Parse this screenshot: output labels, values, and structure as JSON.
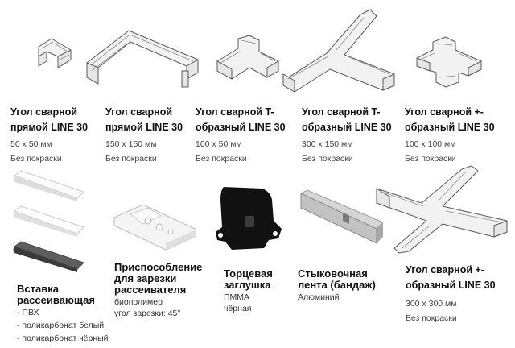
{
  "products": [
    {
      "title1": "Угол сварной",
      "title2": "прямой LINE 30",
      "size": "50 х 50 мм",
      "finish": "Без покраски",
      "icon": "corner-l-small"
    },
    {
      "title1": "Угол сварной",
      "title2": "прямой LINE 30",
      "size": "150 х 150 мм",
      "finish": "Без покраски",
      "icon": "corner-l-large"
    },
    {
      "title1": "Угол сварной T-",
      "title2": "образный LINE 30",
      "size": "100 х 50 мм",
      "finish": "Без покраски",
      "icon": "corner-t-small"
    },
    {
      "title1": "Угол сварной T-",
      "title2": "образный LINE 30",
      "size": "300 х 150 мм",
      "finish": "Без покраски",
      "icon": "corner-t-large"
    },
    {
      "title1": "Угол сварной +-",
      "title2": "образный LINE 30",
      "size": "100 х 100 мм",
      "finish": "Без покраски",
      "icon": "corner-plus-small"
    },
    {
      "title1": "Угол сварной +-",
      "title2": "образный LINE 30",
      "size": "300 х 300 мм",
      "finish": "Без покраски",
      "icon": "corner-plus-large"
    }
  ],
  "accessories": {
    "insert": {
      "title1": "Вставка",
      "title2": "рассеивающая",
      "lines": [
        "- ПВХ",
        "- поликарбонат белый",
        "- поликарбонат чёрный"
      ]
    },
    "jig": {
      "title1": "Приспособление",
      "title2": "для зарезки",
      "title3": "рассеивателя",
      "lines": [
        "биополимер",
        "угол зарезки: 45°"
      ]
    },
    "endcap": {
      "title1": "Торцевая",
      "title2": "заглушка",
      "lines": [
        "ПММА",
        "чёрная"
      ]
    },
    "tape": {
      "title1": "Стыковочная",
      "title2": "лента (бандаж)",
      "lines": [
        "Алюминий"
      ]
    }
  }
}
